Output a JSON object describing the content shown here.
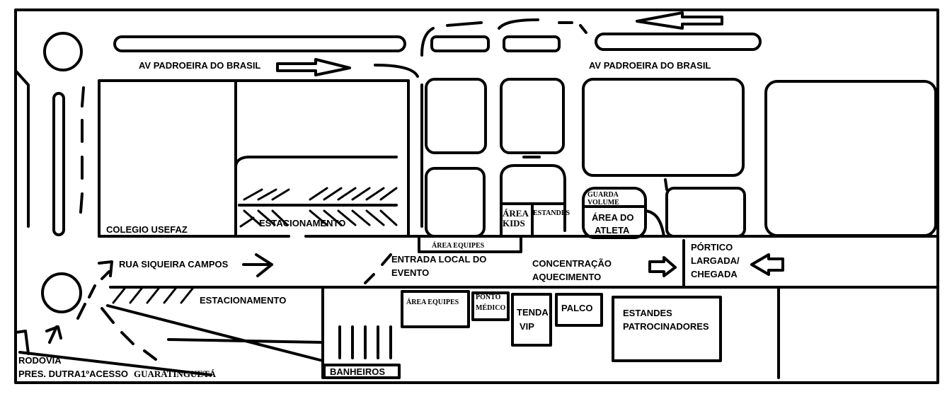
{
  "map": {
    "labels": {
      "road_top_left": "AV PADROEIRA DO BRASIL",
      "road_top_right": "AV PADROEIRA DO BRASIL",
      "colegio": "COLEGIO USEFAZ",
      "parking_top": "ESTACIONAMENTO",
      "parking_bottom": "ESTACIONAMENTO",
      "rua": "RUA SIQUEIRA CAMPOS",
      "equipes_top": "ÁREA EQUIPES",
      "entrada_1": "ENTRADA LOCAL DO",
      "entrada_2": "EVENTO",
      "kids_1": "ÁREA",
      "kids_2": "KIDS",
      "estandes_small": "ESTANDES",
      "guarda_1": "GUARDA",
      "guarda_2": "VOLUME",
      "atleta_1": "ÁREA DO",
      "atleta_2": "ATLETA",
      "concentracao_1": "CONCENTRAÇÃO",
      "concentracao_2": "AQUECIMENTO",
      "portico_1": "PÓRTICO",
      "portico_2": "LARGADA/",
      "portico_3": "CHEGADA",
      "equipes_bottom": "ÁREA EQUIPES",
      "ponto_1": "PONTO",
      "ponto_2": "MÉDICO",
      "tenda_1": "TENDA",
      "tenda_2": "VIP",
      "palco": "PALCO",
      "patro_1": "ESTANDES",
      "patro_2": "PATROCINADORES",
      "banheiros": "BANHEIROS",
      "rodovia_1": "RODOVIA",
      "rodovia_2": "PRES. DUTRA1ºACESSO",
      "rodovia_3": "GUARATINGUETÁ"
    },
    "arrows": [
      {
        "name": "traffic-arrow-right-top",
        "direction": "right"
      },
      {
        "name": "traffic-arrow-left-top",
        "direction": "left"
      },
      {
        "name": "traffic-arrow-right-rua",
        "direction": "right"
      },
      {
        "name": "runner-arrow-right",
        "direction": "right"
      },
      {
        "name": "runner-arrow-left",
        "direction": "left"
      }
    ]
  }
}
